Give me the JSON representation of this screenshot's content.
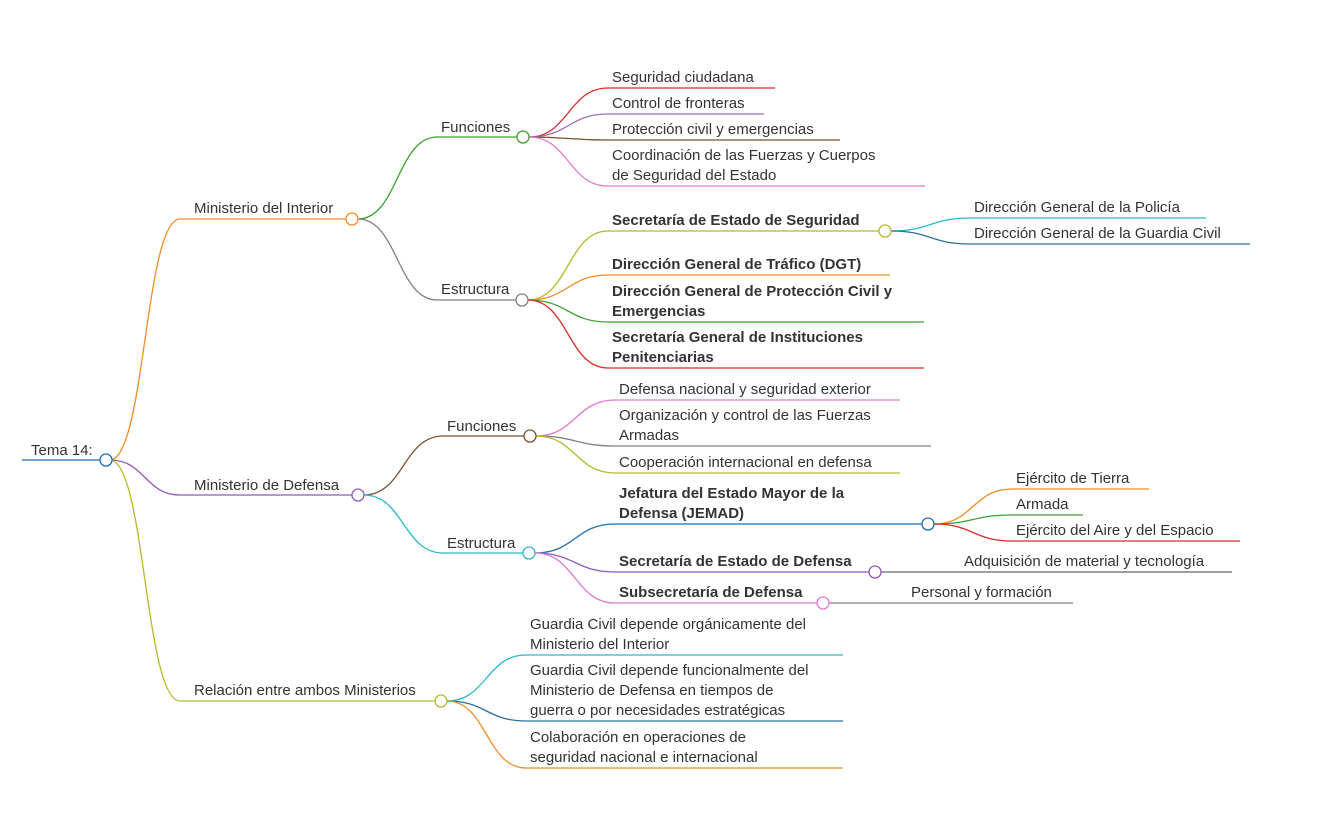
{
  "colors": {
    "root": "#1e6bb8",
    "orange": "#f08c28",
    "purple": "#8e5bb8",
    "olive": "#b8b82a",
    "green": "#3aa02e",
    "gray": "#808080",
    "red": "#d62c2c",
    "violet": "#9b6fc0",
    "brown": "#7a5230",
    "pink": "#e07ad0",
    "cyan": "#2ab8c8",
    "blue": "#1f6fb0",
    "darkgray": "#666666",
    "steel": "#2f6f9e"
  },
  "map": {
    "root": "Tema 14:",
    "interior": {
      "label": "Ministerio del Interior",
      "funciones": {
        "label": "Funciones",
        "items": [
          [
            "Seguridad ciudadana"
          ],
          [
            "Control de fronteras"
          ],
          [
            "Protección civil y emergencias"
          ],
          [
            "Coordinación de las Fuerzas y Cuerpos",
            "de Seguridad del Estado"
          ]
        ]
      },
      "estructura": {
        "label": "Estructura",
        "items": [
          [
            "Secretaría de Estado de Seguridad"
          ],
          [
            "Dirección General de Tráfico (DGT)"
          ],
          [
            "Dirección General de Protección Civil y",
            "Emergencias"
          ],
          [
            "Secretaría General de Instituciones",
            "Penitenciarias"
          ]
        ],
        "seguridad_children": [
          "Dirección General de la Policía",
          "Dirección General de la Guardia Civil"
        ]
      }
    },
    "defensa": {
      "label": "Ministerio de Defensa",
      "funciones": {
        "label": "Funciones",
        "items": [
          [
            "Defensa nacional y seguridad exterior"
          ],
          [
            "Organización y control de las Fuerzas",
            "Armadas"
          ],
          [
            "Cooperación internacional en defensa"
          ]
        ]
      },
      "estructura": {
        "label": "Estructura",
        "items": [
          [
            "Jefatura del Estado Mayor de la",
            "Defensa (JEMAD)"
          ],
          [
            "Secretaría de Estado de Defensa"
          ],
          [
            "Subsecretaría de Defensa"
          ]
        ],
        "jemad_children": [
          "Ejército de Tierra",
          "Armada",
          "Ejército del Aire y del Espacio"
        ],
        "sed_children": [
          "Adquisición de material y tecnología"
        ],
        "sub_children": [
          "Personal y formación"
        ]
      }
    },
    "relacion": {
      "label": "Relación entre ambos Ministerios",
      "items": [
        [
          "Guardia Civil depende orgánicamente del",
          "Ministerio del Interior"
        ],
        [
          "Guardia Civil depende funcionalmente del",
          "Ministerio de Defensa en tiempos de",
          "guerra o por necesidades estratégicas"
        ],
        [
          "Colaboración en operaciones de",
          "seguridad nacional e internacional"
        ]
      ]
    }
  }
}
